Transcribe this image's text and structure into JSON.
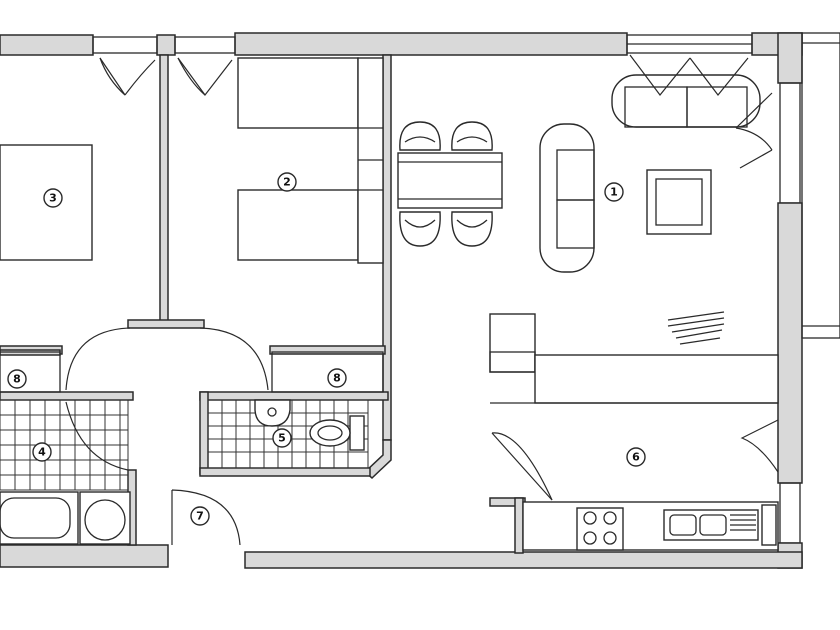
{
  "room_labels": {
    "r1": "1",
    "r2": "2",
    "r3": "3",
    "r4": "4",
    "r5": "5",
    "r6": "6",
    "r7": "7",
    "r8a": "8",
    "r8b": "8"
  },
  "colors": {
    "wall": "#2a2a2a",
    "wall_fill": "#d9d9d9",
    "background": "#ffffff"
  }
}
